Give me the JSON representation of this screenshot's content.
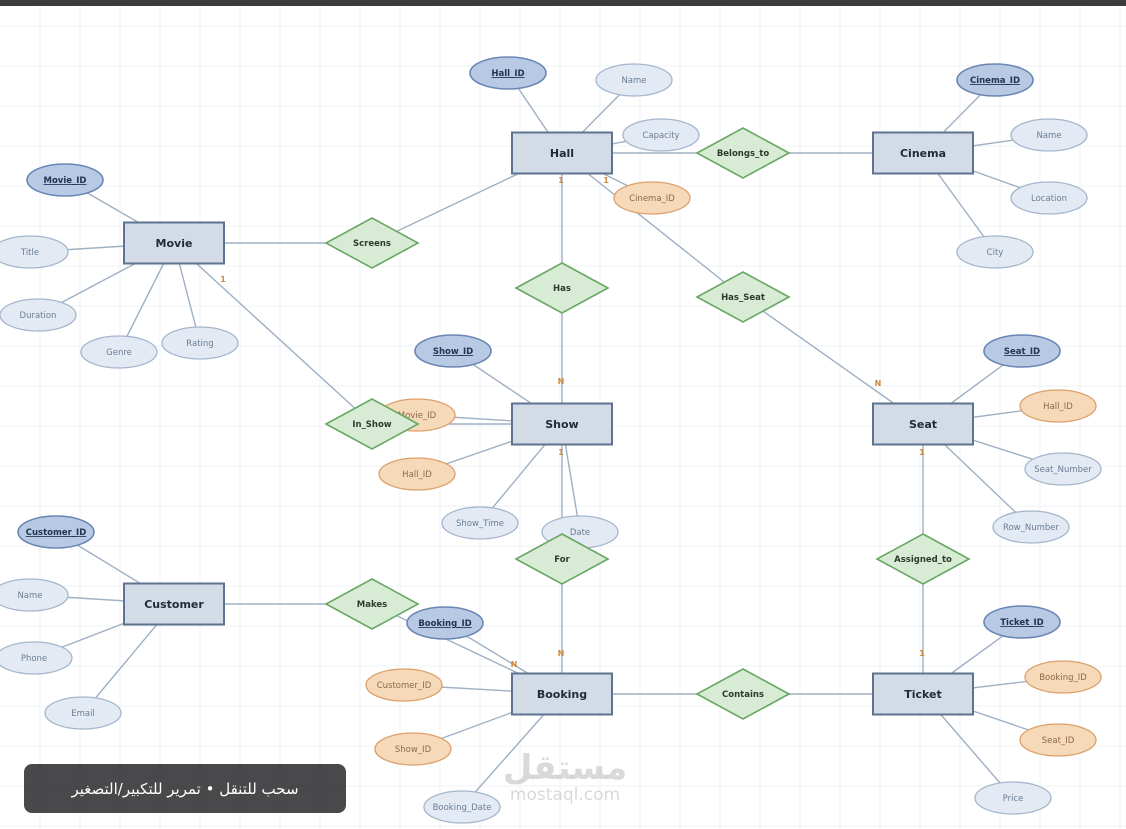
{
  "entities": [
    {
      "id": "movie",
      "label": "Movie"
    },
    {
      "id": "hall",
      "label": "Hall"
    },
    {
      "id": "cinema",
      "label": "Cinema"
    },
    {
      "id": "show",
      "label": "Show"
    },
    {
      "id": "seat",
      "label": "Seat"
    },
    {
      "id": "customer",
      "label": "Customer"
    },
    {
      "id": "booking",
      "label": "Booking"
    },
    {
      "id": "ticket",
      "label": "Ticket"
    }
  ],
  "relationships": [
    {
      "id": "screens",
      "label": "Screens"
    },
    {
      "id": "belongs_to",
      "label": "Belongs_to"
    },
    {
      "id": "has",
      "label": "Has"
    },
    {
      "id": "has_seat",
      "label": "Has_Seat"
    },
    {
      "id": "in_show",
      "label": "In_Show"
    },
    {
      "id": "for",
      "label": "For"
    },
    {
      "id": "assigned_to",
      "label": "Assigned_to"
    },
    {
      "id": "makes",
      "label": "Makes"
    },
    {
      "id": "contains",
      "label": "Contains"
    }
  ],
  "attributes": [
    {
      "id": "movie_id",
      "label": "Movie_ID",
      "kind": "key"
    },
    {
      "id": "movie_title",
      "label": "Title",
      "kind": "plain"
    },
    {
      "id": "movie_duration",
      "label": "Duration",
      "kind": "plain"
    },
    {
      "id": "movie_genre",
      "label": "Genre",
      "kind": "plain"
    },
    {
      "id": "movie_rating",
      "label": "Rating",
      "kind": "plain"
    },
    {
      "id": "hall_id",
      "label": "Hall_ID",
      "kind": "key"
    },
    {
      "id": "hall_name",
      "label": "Name",
      "kind": "plain"
    },
    {
      "id": "hall_capacity",
      "label": "Capacity",
      "kind": "plain"
    },
    {
      "id": "hall_cinema_id",
      "label": "Cinema_ID",
      "kind": "fk"
    },
    {
      "id": "cinema_id",
      "label": "Cinema_ID",
      "kind": "key"
    },
    {
      "id": "cinema_name",
      "label": "Name",
      "kind": "plain"
    },
    {
      "id": "cinema_location",
      "label": "Location",
      "kind": "plain"
    },
    {
      "id": "cinema_city",
      "label": "City",
      "kind": "plain"
    },
    {
      "id": "show_id",
      "label": "Show_ID",
      "kind": "key"
    },
    {
      "id": "show_movie_id",
      "label": "Movie_ID",
      "kind": "fk"
    },
    {
      "id": "show_hall_id",
      "label": "Hall_ID",
      "kind": "fk"
    },
    {
      "id": "show_time",
      "label": "Show_Time",
      "kind": "plain"
    },
    {
      "id": "show_date",
      "label": "Date",
      "kind": "plain"
    },
    {
      "id": "seat_id",
      "label": "Seat_ID",
      "kind": "key"
    },
    {
      "id": "seat_hall_id",
      "label": "Hall_ID",
      "kind": "fk"
    },
    {
      "id": "seat_number",
      "label": "Seat_Number",
      "kind": "plain"
    },
    {
      "id": "seat_row",
      "label": "Row_Number",
      "kind": "plain"
    },
    {
      "id": "customer_id",
      "label": "Customer_ID",
      "kind": "key"
    },
    {
      "id": "customer_name",
      "label": "Name",
      "kind": "plain"
    },
    {
      "id": "customer_phone",
      "label": "Phone",
      "kind": "plain"
    },
    {
      "id": "customer_email",
      "label": "Email",
      "kind": "plain"
    },
    {
      "id": "booking_id",
      "label": "Booking_ID",
      "kind": "key"
    },
    {
      "id": "booking_customer_id",
      "label": "Customer_ID",
      "kind": "fk"
    },
    {
      "id": "booking_show_id",
      "label": "Show_ID",
      "kind": "fk"
    },
    {
      "id": "booking_date",
      "label": "Booking_Date",
      "kind": "plain"
    },
    {
      "id": "ticket_id",
      "label": "Ticket_ID",
      "kind": "key"
    },
    {
      "id": "ticket_booking_id",
      "label": "Booking_ID",
      "kind": "fk"
    },
    {
      "id": "ticket_seat_id",
      "label": "Seat_ID",
      "kind": "fk"
    },
    {
      "id": "ticket_price",
      "label": "Price",
      "kind": "plain"
    }
  ],
  "cardinalities": [
    {
      "id": "movie_inshow",
      "label": "1"
    },
    {
      "id": "hall_has",
      "label": "1"
    },
    {
      "id": "hall_hasseat",
      "label": "1"
    },
    {
      "id": "show_has",
      "label": "N"
    },
    {
      "id": "seat_hasseat",
      "label": "N"
    },
    {
      "id": "show_for",
      "label": "1"
    },
    {
      "id": "booking_for",
      "label": "N"
    },
    {
      "id": "seat_assigned",
      "label": "1"
    },
    {
      "id": "ticket_assigned",
      "label": "1"
    },
    {
      "id": "booking_makes",
      "label": "N"
    }
  ],
  "hint": {
    "text": "سحب للتنقل • تمرير للتكبير/التصغير"
  },
  "watermark": {
    "arabic": "مستقل",
    "latin": "mostaql.com"
  }
}
